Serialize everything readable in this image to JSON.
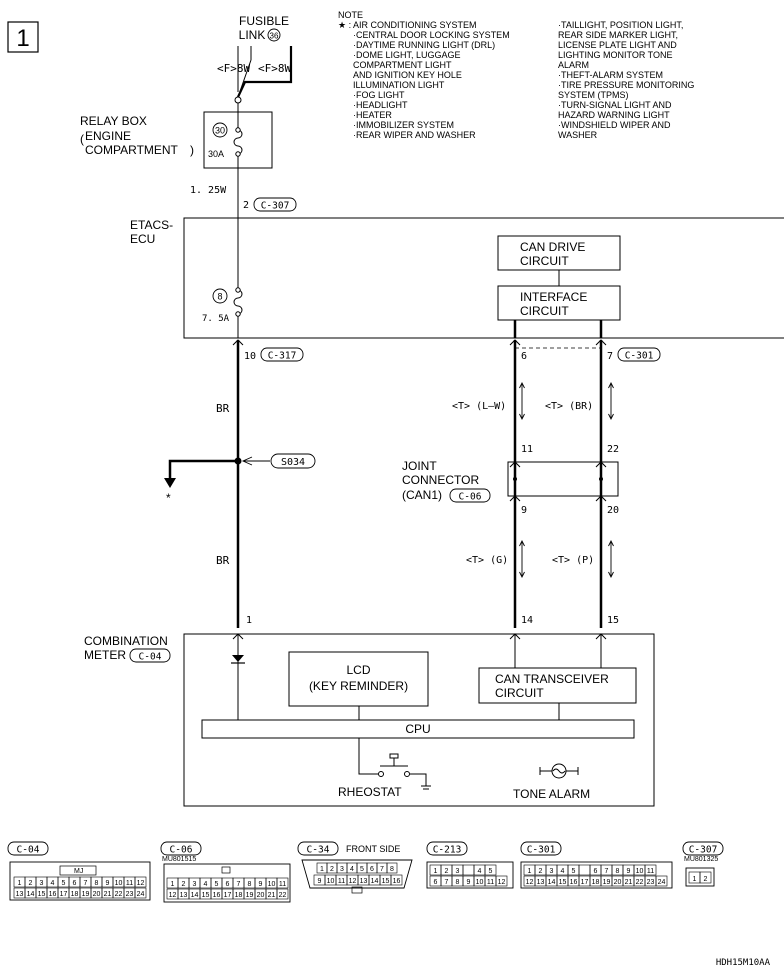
{
  "page_number": "1",
  "fusible_link": {
    "label_line1": "FUSIBLE",
    "label_line2": "LINK",
    "number": "36",
    "variant_left": "<F>8W",
    "variant_right": "<F>8W"
  },
  "note": {
    "title": "NOTE",
    "marker": "★ :",
    "col1": [
      "AIR CONDITIONING SYSTEM",
      "·CENTRAL DOOR LOCKING SYSTEM",
      "·DAYTIME RUNNING LIGHT (DRL)",
      "·DOME LIGHT, LUGGAGE",
      "COMPARTMENT LIGHT",
      "AND IGNITION KEY HOLE",
      "ILLUMINATION LIGHT",
      "·FOG LIGHT",
      "·HEADLIGHT",
      "·HEATER",
      "·IMMOBILIZER SYSTEM",
      "·REAR WIPER AND WASHER"
    ],
    "col2": [
      "·TAILLIGHT, POSITION LIGHT,",
      "REAR SIDE MARKER LIGHT,",
      "LICENSE PLATE LIGHT AND",
      "LIGHTING MONITOR TONE",
      "ALARM",
      "·THEFT-ALARM SYSTEM",
      "·TIRE PRESSURE MONITORING",
      "SYSTEM (TPMS)",
      "·TURN-SIGNAL LIGHT AND",
      "HAZARD WARNING LIGHT",
      "·WINDSHIELD WIPER AND",
      "WASHER"
    ]
  },
  "relay_box": {
    "line1": "RELAY BOX",
    "line2": "ENGINE",
    "line3": "COMPARTMENT",
    "fuse_number": "30",
    "fuse_rating": "30A"
  },
  "wire_1_25w": "1. 25W",
  "pin_2": "2",
  "conn_c307": "C-307",
  "etacs": {
    "line1": "ETACS-",
    "line2": "ECU",
    "fuse_number": "8",
    "fuse_rating": "7. 5A"
  },
  "can_drive": {
    "line1": "CAN DRIVE",
    "line2": "CIRCUIT"
  },
  "interface": {
    "line1": "INTERFACE",
    "line2": "CIRCUIT"
  },
  "pin_10": "10",
  "conn_c317": "C-317",
  "pin_6": "6",
  "pin_7": "7",
  "conn_c301": "C-301",
  "wire_br": "BR",
  "wire_t_lw": "<T> (L–W)",
  "wire_t_br": "<T> (BR)",
  "pin_11": "11",
  "pin_22": "22",
  "splice": "S034",
  "star": "*",
  "joint": {
    "line1": "JOINT",
    "line2": "CONNECTOR",
    "line3": "(CAN1)",
    "conn": "C-06"
  },
  "pin_9": "9",
  "pin_20": "20",
  "wire_t_g": "<T> (G)",
  "wire_t_p": "<T> (P)",
  "pin_1": "1",
  "pin_14": "14",
  "pin_15": "15",
  "combination_meter": {
    "line1": "COMBINATION",
    "line2": "METER",
    "conn": "C-04"
  },
  "lcd": {
    "line1": "LCD",
    "line2": "(KEY REMINDER)"
  },
  "can_transceiver": {
    "line1": "CAN TRANSCEIVER",
    "line2": "CIRCUIT"
  },
  "cpu": "CPU",
  "rheostat": "RHEOSTAT",
  "tone_alarm": "TONE ALARM",
  "connectors": {
    "c04": {
      "label": "C-04",
      "tag": "MJ",
      "row1": [
        "1",
        "2",
        "3",
        "4",
        "5",
        "6",
        "7",
        "8",
        "9",
        "10",
        "11",
        "12"
      ],
      "row2": [
        "13",
        "14",
        "15",
        "16",
        "17",
        "18",
        "19",
        "20",
        "21",
        "22",
        "23",
        "24"
      ]
    },
    "c06": {
      "label": "C-06",
      "part": "MU801515",
      "row1": [
        "1",
        "2",
        "3",
        "4",
        "5",
        "6",
        "7",
        "8",
        "9",
        "10",
        "11"
      ],
      "row2": [
        "12",
        "13",
        "14",
        "15",
        "16",
        "17",
        "18",
        "19",
        "20",
        "21",
        "22"
      ]
    },
    "c34": {
      "label": "C-34",
      "side": "FRONT SIDE",
      "row1": [
        "1",
        "2",
        "3",
        "4",
        "5",
        "6",
        "7",
        "8"
      ],
      "row2": [
        "9",
        "10",
        "11",
        "12",
        "13",
        "14",
        "15",
        "16"
      ]
    },
    "c213": {
      "label": "C-213",
      "row1": [
        "1",
        "2",
        "3",
        "",
        "4",
        "5"
      ],
      "row2": [
        "6",
        "7",
        "8",
        "9",
        "10",
        "11",
        "12"
      ]
    },
    "c301": {
      "label": "C-301",
      "row1": [
        "1",
        "2",
        "3",
        "4",
        "5",
        "",
        "6",
        "7",
        "8",
        "9",
        "10",
        "11"
      ],
      "row2": [
        "12",
        "13",
        "14",
        "15",
        "16",
        "17",
        "18",
        "19",
        "20",
        "21",
        "22",
        "23",
        "24"
      ]
    },
    "c307": {
      "label": "C-307",
      "part": "MU801325",
      "row1": [
        "1",
        "2"
      ]
    }
  },
  "figure_code": "HDH15M10AA"
}
